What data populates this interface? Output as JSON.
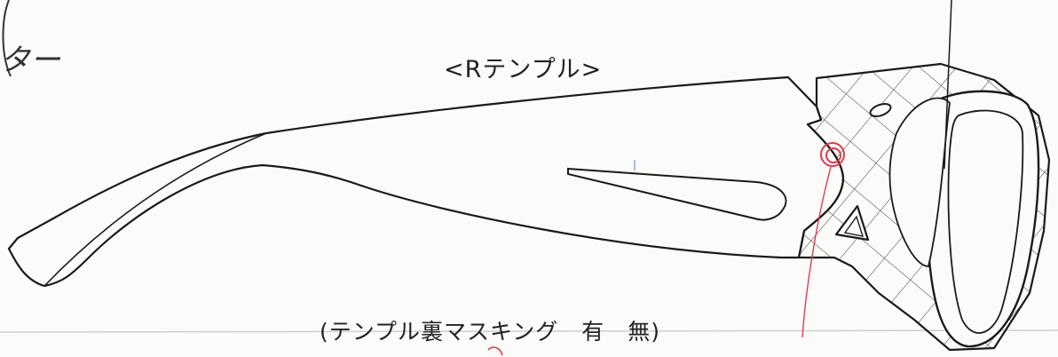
{
  "drawing": {
    "title": "<Rテンプル>",
    "note": "(テンプル裏マスキング　有　無)",
    "handwritten_note": "ター",
    "colors": {
      "line": "#1a1a1a",
      "hatch": "#3a3a3a",
      "marker": "#e23a4a",
      "paper": "#fbfbfa"
    }
  }
}
